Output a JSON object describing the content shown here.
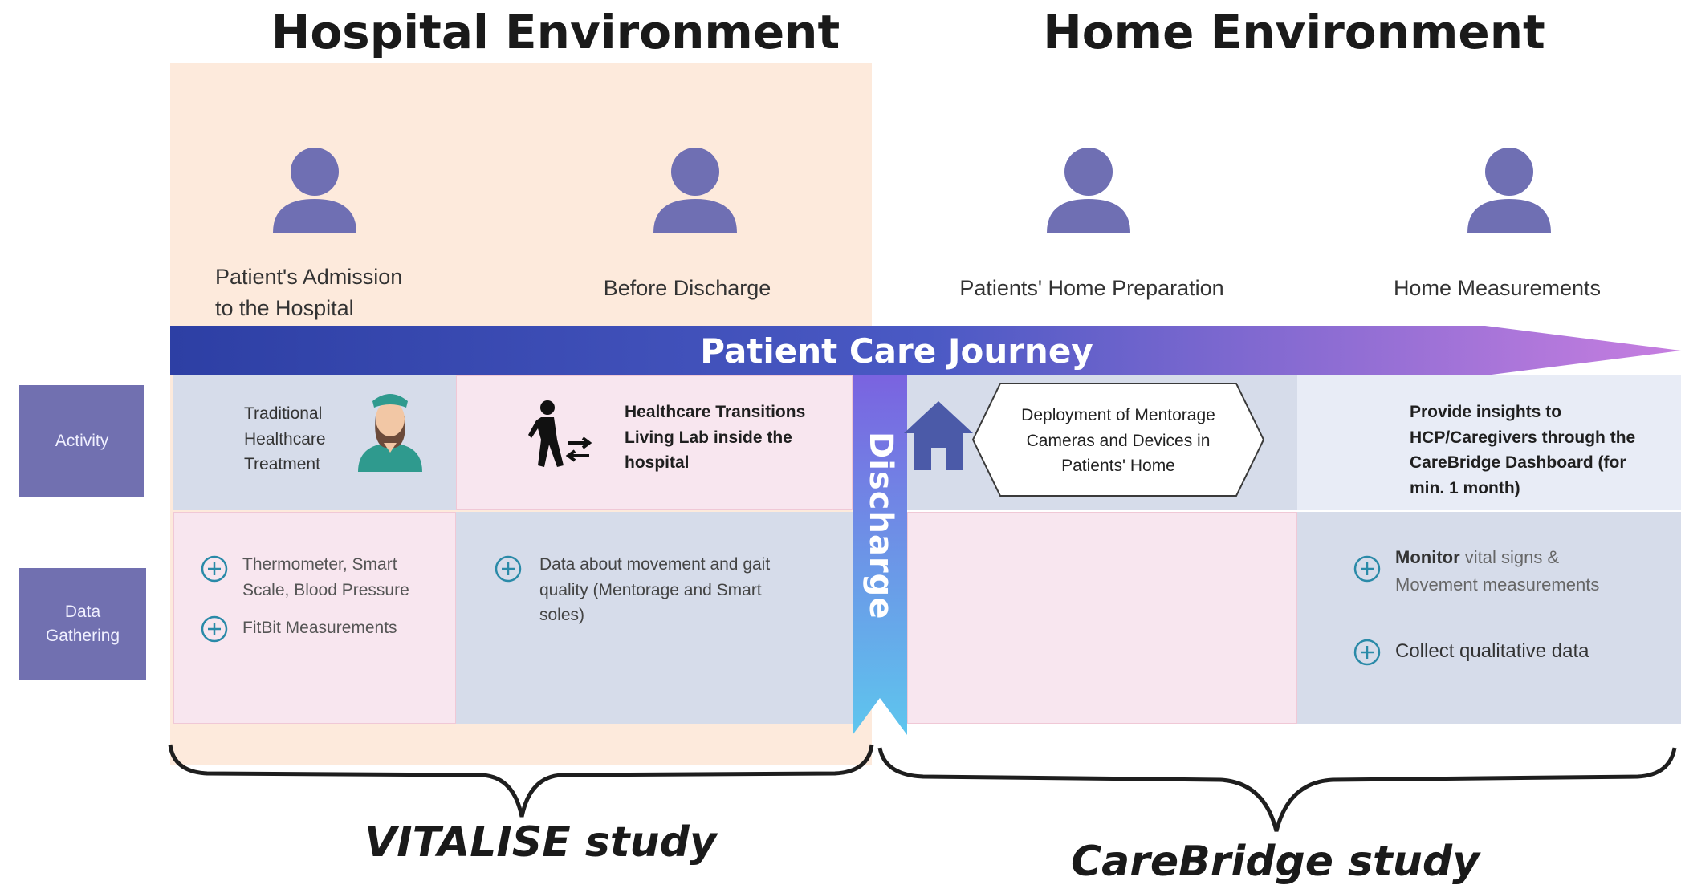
{
  "environments": {
    "hospital": "Hospital Environment",
    "home": "Home Environment"
  },
  "stages": [
    {
      "label_lines": [
        "Patient's Admission",
        "to the Hospital"
      ]
    },
    {
      "label_lines": [
        "Before Discharge"
      ]
    },
    {
      "label_lines": [
        "Patients' Home Preparation"
      ]
    },
    {
      "label_lines": [
        "Home Measurements"
      ]
    }
  ],
  "journey_label": "Patient Care Journey",
  "discharge_label": "Discharge",
  "row_labels": {
    "activity": "Activity",
    "data_gathering": [
      "Data",
      "Gathering"
    ]
  },
  "activities": {
    "traditional": [
      "Traditional",
      "Healthcare",
      "Treatment"
    ],
    "living_lab": [
      "Healthcare Transitions",
      "Living Lab inside the",
      "hospital"
    ],
    "deployment": [
      "Deployment of Mentorage",
      "Cameras and Devices in",
      "Patients' Home"
    ],
    "insights": [
      "Provide insights to",
      "HCP/Caregivers through the",
      "CareBridge Dashboard (for",
      "min. 1 month)"
    ]
  },
  "data_gathering": {
    "admission": [
      [
        "Thermometer, Smart",
        "Scale, Blood Pressure"
      ],
      [
        "FitBit Measurements"
      ]
    ],
    "before_discharge": [
      [
        "Data about movement and gait",
        "quality (Mentorage and Smart",
        "soles)"
      ]
    ],
    "home_measurements": [
      {
        "bold": "Monitor",
        "rest": " vital signs &",
        "line2": "Movement  measurements"
      },
      {
        "bold": "",
        "rest": "Collect qualitative data",
        "line2": ""
      }
    ]
  },
  "studies": {
    "vitalise": "VITALISE study",
    "carebridge": "CareBridge study"
  },
  "icons": [
    "person-icon",
    "nurse-icon",
    "walking-person-icon",
    "house-icon",
    "plus-circle-icon"
  ],
  "colors": {
    "hospital_bg": "#fdeadc",
    "row_label_bg": "#7170b0",
    "person_icon": "#6f6fb3",
    "arrow_start": "#2d3fa4",
    "arrow_end": "#c77ee0",
    "discharge_top": "#7a63e0",
    "discharge_bottom": "#5ec6ee",
    "plus_icon": "#2a8aa8"
  }
}
